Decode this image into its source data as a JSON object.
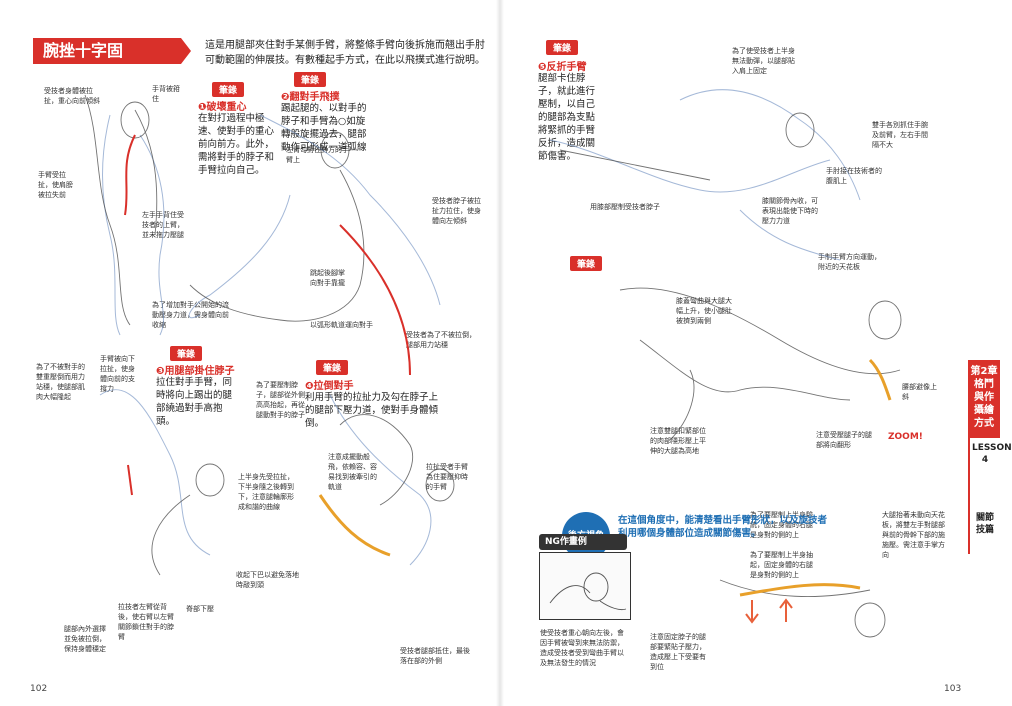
{
  "left_page": {
    "title": "腕挫十字固",
    "intro": "這是用腿部夾住對手某側手臂，將整條手臂向後拆施而翹出手肘可動範圍的伸展技。有數種起手方式，在此以飛撲式進行說明。",
    "tag_label": "筆錄",
    "steps": [
      {
        "label": "❶破壞重心",
        "body": "在對打過程中極速、使對手的重心前向前方。此外，需將對手的脖子和手臂拉向自己。"
      },
      {
        "label": "❷翻對手飛撲",
        "body": "踢起腿的、以對手的脖子和手臂為○如旋轉般旋擺過去，腿部動作可形成一道弧線"
      },
      {
        "label": "❸用腿部掛住脖子",
        "body": "拉住對手手臂，同時將向上踢出的腿部繞過對手高抱頭。"
      },
      {
        "label": "❹拉倒對手",
        "body": "利用手臂的拉扯力及勾在脖子上的腿部下壓力道，使對手身體傾倒。"
      }
    ],
    "notes": [
      "受技者身體被拉扯，重心向前傾斜",
      "手背被箝住",
      "手臂受拉扯，使肩膀被拉失前",
      "左手手背住受技者的上臂，並未拖力壓腿",
      "為了增加對手公開始的流動壓身力道，需身體向前收縮",
      "左臂勾對住對方的手臂上",
      "受技者脖子被拉扯力拉住，使身體向左傾斜",
      "跳起後腳掌向對手靠攏",
      "以弧形軌道運向對手",
      "受技者為了不被拉倒，腿部用力站穩",
      "為了不被對手的雙重壓倒而用力站穩，使腿部肌肉大幅隆起",
      "手臂被向下拉扯，使身體向前的支撐力",
      "為了要壓制脖子，腿部從外側高高抬起，再從腿動對手的脖子",
      "上半身先受拉扯，下半身隨之後轉到下，注意腿輪廓形成和諧的曲線",
      "注意成擺動般飛，依賴容、容易找到被牽引的軌道",
      "拉扯受者手臂為住要壓抑時的手臂",
      "收起下巴以避免落地時敲到頭",
      "腿部內外選擇並免被拉倒，保持身體穩定",
      "拉技者左臂從背後，使右臂以左臂關節鎖住對手的脖臂",
      "脊部下壓",
      "受技者腿部抵住，最後落在部的外側"
    ],
    "page_number": "102"
  },
  "right_page": {
    "tag_label": "筆錄",
    "steps": [
      {
        "label": "❺反折手臂",
        "body": "腿部卡住脖子，就此進行壓制，以自己的腿部為支點將緊抓的手臂反折，造成關節傷害。"
      }
    ],
    "notes": [
      "為了使受技者上半身無法動彈，以腿部貼入肩上固定",
      "雙手各別抓住手腕及前臂，左右手間隔不大",
      "手肘接在技術者的腹肌上",
      "用膝部壓制受技者脖子",
      "膝關節骨內收，可表現出能使下時的壓力力道",
      "手制手臂方向運動，附近的天花板",
      "膝蓋彎曲與大腿大幅上升，使小腿肚被擠到兩側",
      "腰部避像上斜",
      "注意雙腿扣緊部位的肉部隱形壓上平伸的大腿為高地",
      "注意受壓腿子的腿部將向翻形",
      "大腿抬著未動向天花板，將雙左手對腿部與前的骨幹下部的施施壓。需注意手掌方向",
      "為了要壓制上半身驗統，固定身體的右腿是身對的側的上",
      "為了要壓制上半身抽起，固定身體的右腿是身對的側的上",
      "注意固定脖子的腿部要緊貼子壓力，造成壓上下受要有到位",
      "使受技者重心朝向左後，會因手臂被彎到來無法防禦，造成受技者受到彎曲手臂以及無法發生的情況"
    ],
    "badge_label": "後方視角",
    "badge_text": "在這個角度中，能清楚看出手臂彤狀，以及旋技者利用哪個身體部位造成關節傷害。",
    "ng_label": "NG作畫例",
    "zoom_label": "ZOOM!",
    "side_tab_chapter": "第2章",
    "side_tab_title": "格鬥與作攝繪方式",
    "side_tab_lesson": "LESSON 4",
    "side_tab_sub": "關節技篇",
    "page_number": "103"
  }
}
